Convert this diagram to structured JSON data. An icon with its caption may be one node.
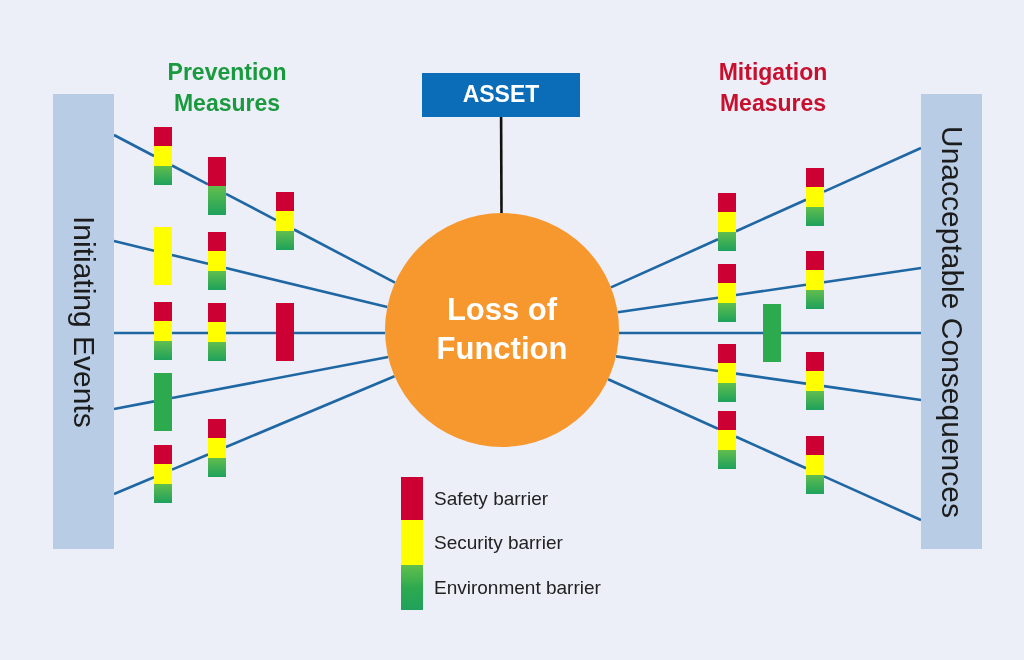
{
  "diagram": {
    "nodes": [
      {
        "text": [
          "Initiating Events"
        ]
      },
      {
        "text": [],
        "shape": "bar"
      },
      {
        "text": [],
        "shape": "bar"
      },
      {
        "text": [],
        "shape": "bar"
      },
      {
        "text": [],
        "shape": "bar"
      },
      {
        "text": [],
        "shape": "bar"
      },
      {
        "text": [],
        "shape": "bar"
      },
      {
        "text": [],
        "shape": "bar"
      },
      {
        "text": [],
        "shape": "bar"
      },
      {
        "text": [],
        "shape": "bar"
      },
      {
        "text": [],
        "shape": "bar"
      },
      {
        "text": [],
        "shape": "bar"
      },
      {
        "text": [
          "ASSET"
        ]
      },
      {
        "text": [
          "Loss of Function"
        ]
      },
      {
        "text": [],
        "shape": "bar"
      },
      {
        "text": [],
        "shape": "bar"
      },
      {
        "text": [],
        "shape": "bar"
      },
      {
        "text": [],
        "shape": "bar"
      },
      {
        "text": [],
        "shape": "bar"
      },
      {
        "text": [],
        "shape": "bar"
      },
      {
        "text": [],
        "shape": "bar"
      },
      {
        "text": [],
        "shape": "bar"
      },
      {
        "text": [],
        "shape": "bar"
      },
      {
        "text": [
          "Unacceptable Consequences"
        ]
      }
    ],
    "edges": [
      {
        "from": 0,
        "to": 1,
        "arrow": "none"
      },
      {
        "from": 1,
        "to": 6,
        "arrow": "none"
      },
      {
        "from": 6,
        "to": 10,
        "arrow": "none"
      },
      {
        "from": 10,
        "to": 13,
        "arrow": "none"
      },
      {
        "from": 0,
        "to": 2,
        "arrow": "none"
      },
      {
        "from": 2,
        "to": 7,
        "arrow": "none"
      },
      {
        "from": 7,
        "to": 13,
        "arrow": "none"
      },
      {
        "from": 0,
        "to": 3,
        "arrow": "none"
      },
      {
        "from": 3,
        "to": 8,
        "arrow": "none"
      },
      {
        "from": 8,
        "to": 11,
        "arrow": "none"
      },
      {
        "from": 11,
        "to": 13,
        "arrow": "none"
      },
      {
        "from": 0,
        "to": 4,
        "arrow": "none"
      },
      {
        "from": 4,
        "to": 13,
        "arrow": "none"
      },
      {
        "from": 0,
        "to": 5,
        "arrow": "none"
      },
      {
        "from": 5,
        "to": 9,
        "arrow": "none"
      },
      {
        "from": 9,
        "to": 13,
        "arrow": "none"
      },
      {
        "from": 12,
        "to": 13,
        "arrow": "none",
        "color": "#111111"
      },
      {
        "from": 13,
        "to": 14,
        "arrow": "none"
      },
      {
        "from": 14,
        "to": 19,
        "arrow": "none"
      },
      {
        "from": 19,
        "to": 23,
        "arrow": "none"
      },
      {
        "from": 13,
        "to": 15,
        "arrow": "none"
      },
      {
        "from": 15,
        "to": 20,
        "arrow": "none"
      },
      {
        "from": 20,
        "to": 23,
        "arrow": "none"
      },
      {
        "from": 13,
        "to": 18,
        "arrow": "none"
      },
      {
        "from": 18,
        "to": 23,
        "arrow": "none"
      },
      {
        "from": 13,
        "to": 16,
        "arrow": "none"
      },
      {
        "from": 16,
        "to": 21,
        "arrow": "none"
      },
      {
        "from": 21,
        "to": 23,
        "arrow": "none"
      },
      {
        "from": 13,
        "to": 17,
        "arrow": "none"
      },
      {
        "from": 17,
        "to": 22,
        "arrow": "none"
      },
      {
        "from": 22,
        "to": 23,
        "arrow": "none"
      }
    ],
    "labels": [
      "Prevention Measures",
      "Mitigation Measures"
    ],
    "legend": [
      {
        "text": "Safety barrier",
        "color": "#cc0033"
      },
      {
        "text": "Security barrier",
        "color": "#ffff00"
      },
      {
        "text": "Environment barrier",
        "color": "#2eaa4e"
      }
    ]
  }
}
